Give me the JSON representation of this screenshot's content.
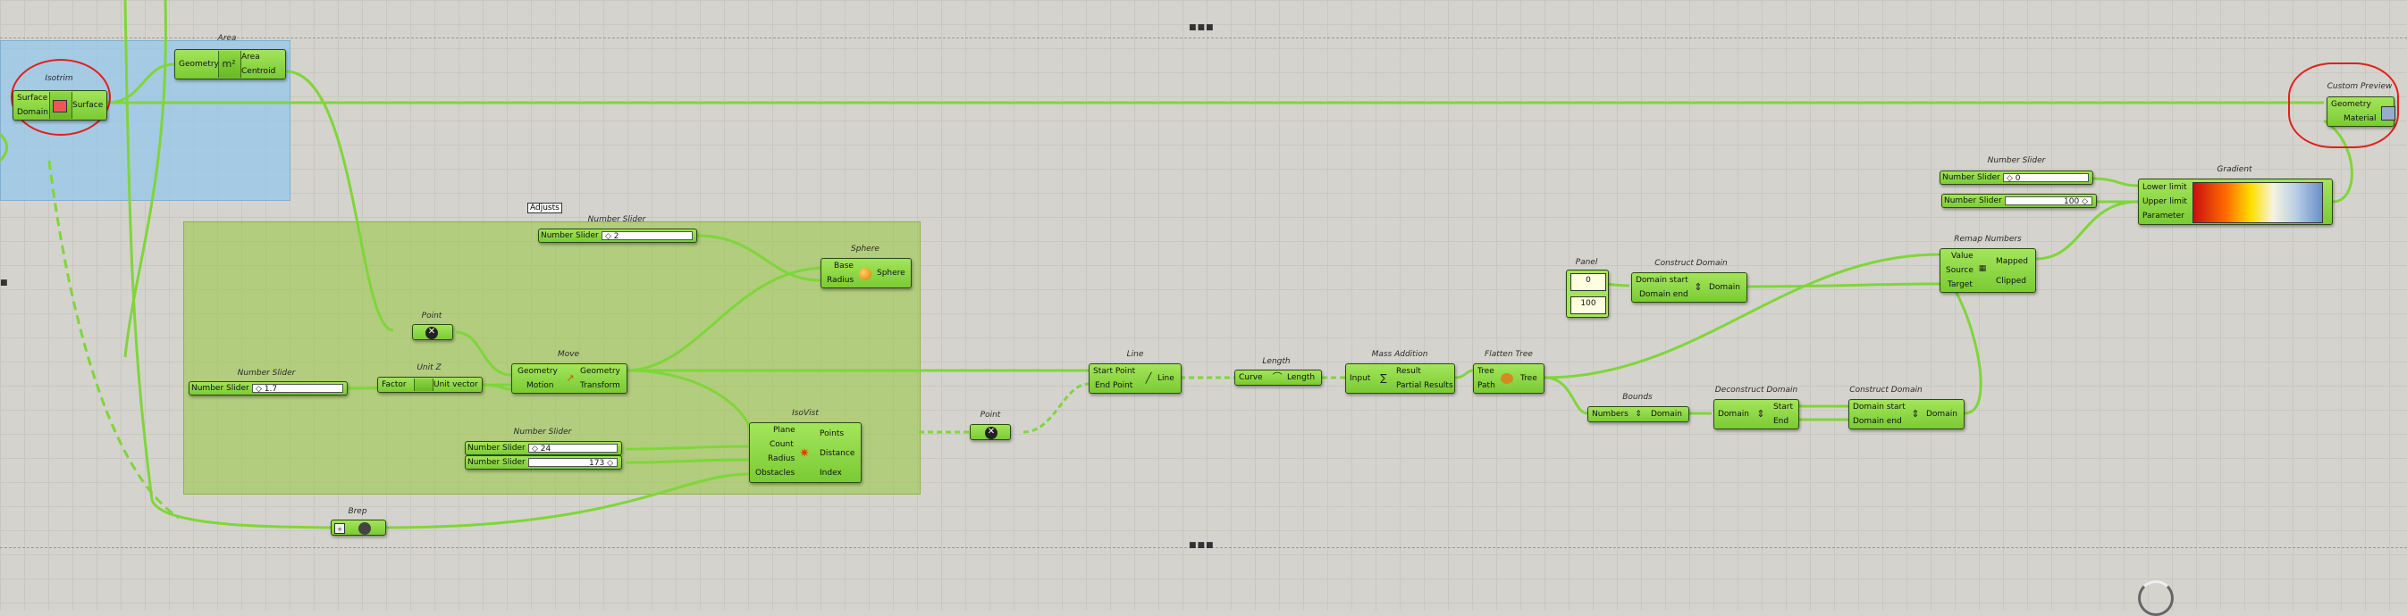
{
  "nodes": {
    "area": {
      "title": "Area",
      "in": [
        "Geometry"
      ],
      "out": [
        "Area",
        "Centroid"
      ],
      "icon": "m²"
    },
    "isotrim": {
      "title": "Isotrim",
      "in": [
        "Surface",
        "Domain"
      ],
      "out": [
        "Surface"
      ]
    },
    "custom_preview": {
      "title": "Custom Preview",
      "in": [
        "Geometry",
        "Material"
      ]
    },
    "sphere": {
      "title": "Sphere",
      "in": [
        "Base",
        "Radius"
      ],
      "out": [
        "Sphere"
      ]
    },
    "point1": {
      "title": "Point"
    },
    "unitz": {
      "title": "Unit Z",
      "in": [
        "Factor"
      ],
      "out": [
        "Unit vector"
      ]
    },
    "move": {
      "title": "Move",
      "in": [
        "Geometry",
        "Motion"
      ],
      "out": [
        "Geometry",
        "Transform"
      ]
    },
    "isovist": {
      "title": "IsoVist",
      "in": [
        "Plane",
        "Count",
        "Radius",
        "Obstacles"
      ],
      "out": [
        "Points",
        "Distance",
        "Index"
      ]
    },
    "point2": {
      "title": "Point"
    },
    "brep": {
      "title": "Brep"
    },
    "line": {
      "title": "Line",
      "in": [
        "Start Point",
        "End Point"
      ],
      "out": [
        "Line"
      ]
    },
    "length": {
      "title": "Length",
      "in": [
        "Curve"
      ],
      "out": [
        "Length"
      ]
    },
    "mass": {
      "title": "Mass Addition",
      "in": [
        "Input"
      ],
      "out": [
        "Result",
        "Partial Results"
      ]
    },
    "flatten": {
      "title": "Flatten Tree",
      "in": [
        "Tree",
        "Path"
      ],
      "out": [
        "Tree"
      ]
    },
    "bounds": {
      "title": "Bounds",
      "in": [
        "Numbers"
      ],
      "out": [
        "Domain"
      ]
    },
    "decon": {
      "title": "Deconstruct Domain",
      "in": [
        "Domain"
      ],
      "out": [
        "Start",
        "End"
      ]
    },
    "con2": {
      "title": "Construct Domain",
      "in": [
        "Domain start",
        "Domain end"
      ],
      "out": [
        "Domain"
      ]
    },
    "con1": {
      "title": "Construct Domain",
      "in": [
        "Domain start",
        "Domain end"
      ],
      "out": [
        "Domain"
      ]
    },
    "remap": {
      "title": "Remap Numbers",
      "in": [
        "Value",
        "Source",
        "Target"
      ],
      "out": [
        "Mapped",
        "Clipped"
      ]
    },
    "gradient": {
      "title": "Gradient",
      "in": [
        "Lower limit",
        "Upper limit",
        "Parameter"
      ]
    },
    "panel": {
      "title": "Panel",
      "values": [
        "0",
        "100"
      ]
    }
  },
  "sliders": {
    "s_sphere": {
      "title": "Number Slider",
      "label": "Number Slider",
      "value": "◇ 2"
    },
    "s_unitz": {
      "title": "Number Slider",
      "label": "Number Slider",
      "value": "◇ 1.7"
    },
    "s_iso1": {
      "title": "Number Slider",
      "label": "Number Slider",
      "value": "◇ 24"
    },
    "s_iso2": {
      "title": "Number Slider",
      "label": "Number Slider",
      "value": "173 ◇"
    },
    "s_grad1": {
      "title": "Number Slider",
      "label": "Number Slider",
      "value": "◇ 0"
    },
    "s_grad2": {
      "title": "Number Slider",
      "label": "Number Slider",
      "value": "100 ◇"
    }
  },
  "tooltip": "Adjusts",
  "colors": {
    "wire": "#7fd63a",
    "red_annotation": "#e0201a"
  }
}
